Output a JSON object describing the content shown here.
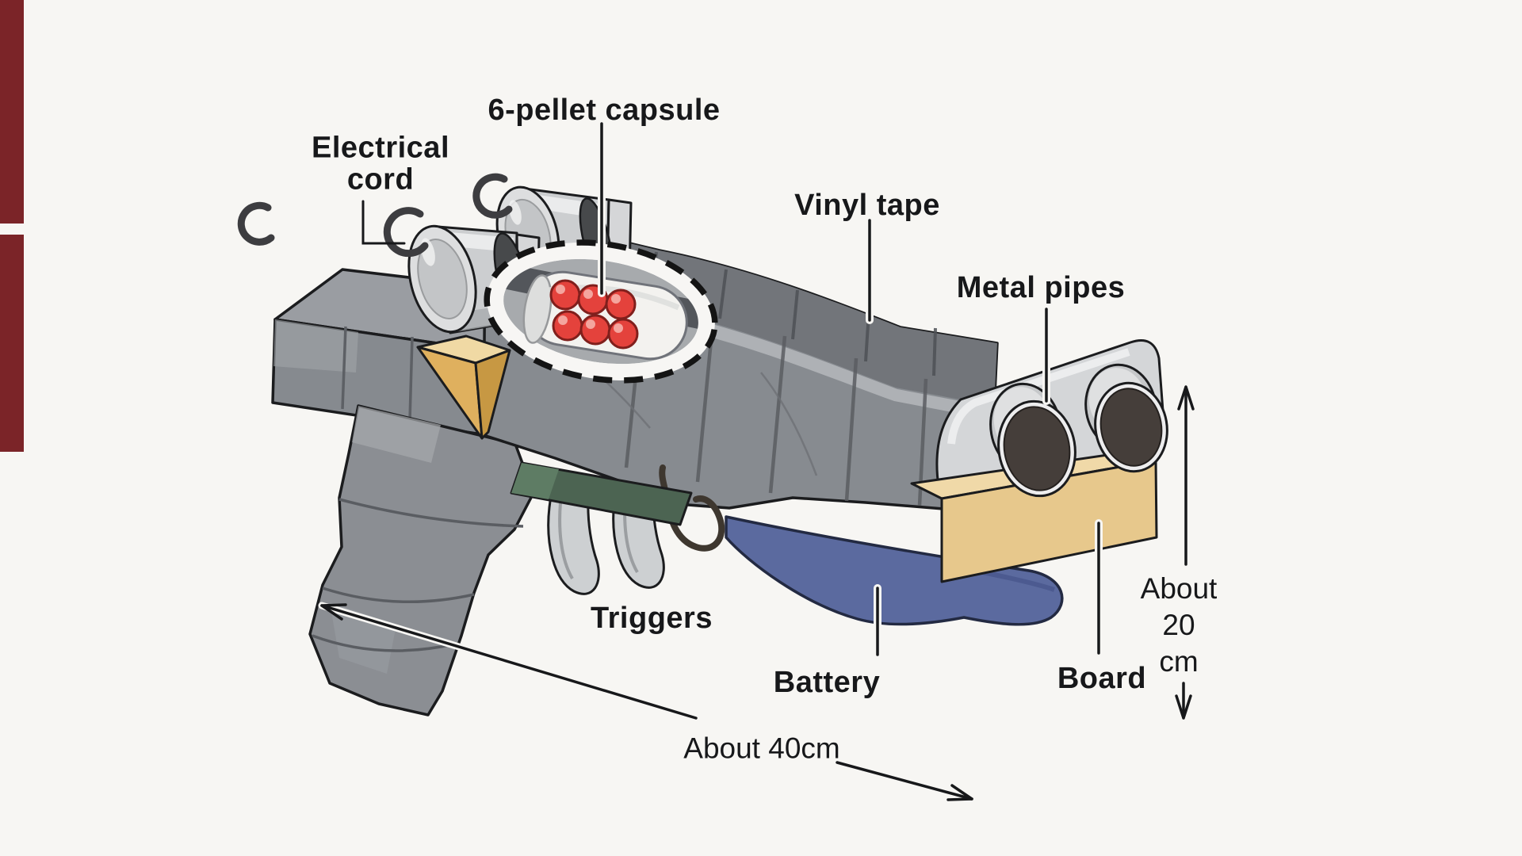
{
  "diagram": {
    "subject": "Handmade double-barrel gun cutaway diagram",
    "labels": {
      "electrical_cord_line1": "Electrical",
      "electrical_cord_line2": "cord",
      "pellet_capsule": "6-pellet capsule",
      "vinyl_tape": "Vinyl tape",
      "metal_pipes": "Metal pipes",
      "triggers": "Triggers",
      "battery": "Battery",
      "board": "Board"
    },
    "dimensions": {
      "length": "About 40cm",
      "height_line1": "About",
      "height_line2": "20",
      "height_line3": "cm"
    },
    "colors": {
      "background": "#f7f6f3",
      "body_gray": "#878b90",
      "tape_dark": "#5a5d62",
      "cylinder_gray": "#ccced0",
      "pellet_red": "#e4423c",
      "board_tan": "#e7c88c",
      "battery_blue": "#5b6a9f",
      "green_board": "#4c6452",
      "wedge_tan": "#dfb05e",
      "outline": "#1b1c1e",
      "label_text": "#17181a",
      "edge_strip_red": "#7b2428"
    }
  }
}
